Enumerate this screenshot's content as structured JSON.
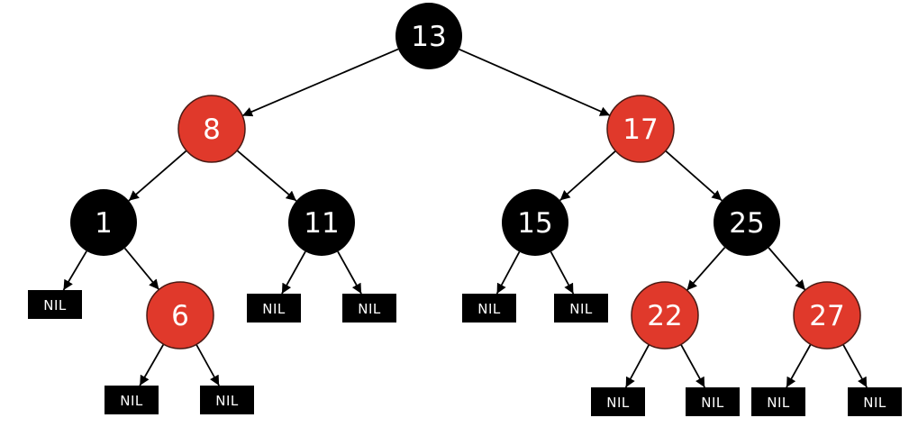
{
  "colors": {
    "black_node": "#000000",
    "red_node": "#e0392b",
    "red_stroke": "#4a1a14",
    "nil_leaf": "#000000",
    "edge": "#000000",
    "label": "#ffffff"
  },
  "nodes": {
    "n13": {
      "label": "13",
      "color": "black"
    },
    "n8": {
      "label": "8",
      "color": "red"
    },
    "n17": {
      "label": "17",
      "color": "red"
    },
    "n1": {
      "label": "1",
      "color": "black"
    },
    "n11": {
      "label": "11",
      "color": "black"
    },
    "n15": {
      "label": "15",
      "color": "black"
    },
    "n25": {
      "label": "25",
      "color": "black"
    },
    "n6": {
      "label": "6",
      "color": "red"
    },
    "n22": {
      "label": "22",
      "color": "red"
    },
    "n27": {
      "label": "27",
      "color": "red"
    }
  },
  "nil_label": "NIL",
  "edges": [
    [
      "n13",
      "n8"
    ],
    [
      "n13",
      "n17"
    ],
    [
      "n8",
      "n1"
    ],
    [
      "n8",
      "n11"
    ],
    [
      "n17",
      "n15"
    ],
    [
      "n17",
      "n25"
    ],
    [
      "n1",
      "nil-a"
    ],
    [
      "n1",
      "n6"
    ],
    [
      "n11",
      "nil-b"
    ],
    [
      "n11",
      "nil-c"
    ],
    [
      "n15",
      "nil-d"
    ],
    [
      "n15",
      "nil-e"
    ],
    [
      "n25",
      "n22"
    ],
    [
      "n25",
      "n27"
    ],
    [
      "n6",
      "nil-f"
    ],
    [
      "n6",
      "nil-g"
    ],
    [
      "n22",
      "nil-h"
    ],
    [
      "n22",
      "nil-i"
    ],
    [
      "n27",
      "nil-j"
    ],
    [
      "n27",
      "nil-k"
    ]
  ]
}
